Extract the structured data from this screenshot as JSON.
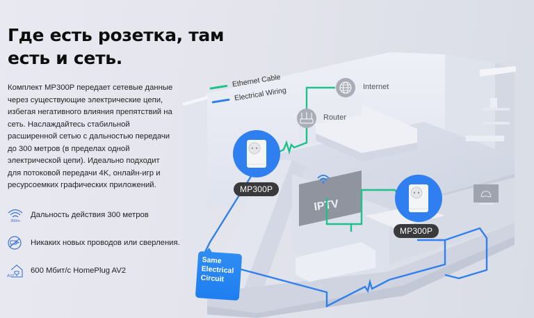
{
  "hero": {
    "title_line1": "Где есть розетка, там",
    "title_line2": "есть и сеть.",
    "description": "Комплект MP300P передает сетевые данные через существующие электрические цепи, избегая негативного влияния препятствий на сеть. Наслаждайтесь стабильной расширенной сетью с дальностью передачи до 300 метров (в пределах одной электрической цепи). Идеально подходит для потоковой передачи 4K, онлайн-игр и ресурсоемких графических приложений."
  },
  "features": [
    {
      "icon": "wifi-range-icon",
      "icon_caption": "300m",
      "label": "Дальность действия 300 метров"
    },
    {
      "icon": "no-drilling-icon",
      "label": "Никаких новых проводов или сверления."
    },
    {
      "icon": "homeplug-av2-icon",
      "icon_caption": "AV2",
      "label": "600 Мбит/с HomePlug AV2"
    }
  ],
  "diagram": {
    "legend": [
      {
        "label": "Ethernet Cable",
        "color": "#1fc18a"
      },
      {
        "label": "Electrical Wiring",
        "color": "#2f80ed"
      }
    ],
    "nodes": {
      "internet": "Internet",
      "router": "Router",
      "iptv": "IPTV"
    },
    "devices": [
      {
        "label": "MP300P"
      },
      {
        "label": "MP300P"
      }
    ],
    "circuit_note": "Same Electrical Circuit",
    "colors": {
      "ethernet": "#1fc18a",
      "wiring": "#2f80ed",
      "device_circle": "#2f7ff0",
      "tag_bg": "#3a3a3c",
      "node_circle": "#a9adb8"
    }
  }
}
